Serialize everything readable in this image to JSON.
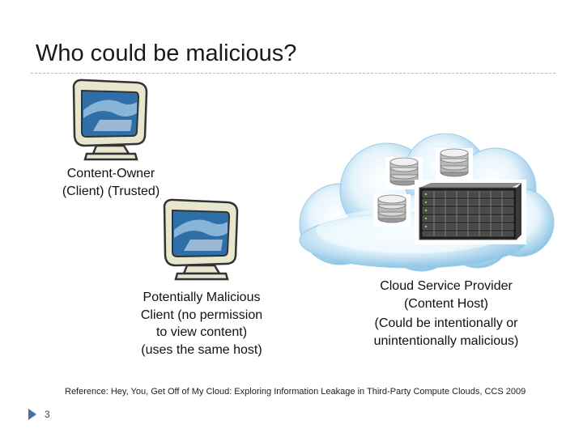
{
  "slide": {
    "title": "Who could be malicious?",
    "content_owner": {
      "line1": "Content-Owner",
      "line2": "(Client) (Trusted)"
    },
    "malicious_client": {
      "line1": "Potentially Malicious",
      "line2": "Client (no permission",
      "line3": "to view content)",
      "line4": "(uses the same host)"
    },
    "provider": {
      "line1": "Cloud Service Provider",
      "line2": "(Content Host)",
      "line3": "(Could be intentionally or",
      "line4": "unintentionally malicious)"
    },
    "reference": "Reference: Hey, You, Get Off of My Cloud: Exploring Information Leakage in Third-Party Compute Clouds, CCS 2009",
    "slide_number": "3"
  },
  "icons": [
    "monitor-icon",
    "cloud-icon",
    "database-icon",
    "server-rack-icon"
  ],
  "colors": {
    "monitor_frame": "#e8e6cf",
    "monitor_screen": "#2f6fa8",
    "cloud_light": "#e6f4fc",
    "cloud_dark": "#6fb4dd",
    "bullet": "#4a6fa5"
  }
}
